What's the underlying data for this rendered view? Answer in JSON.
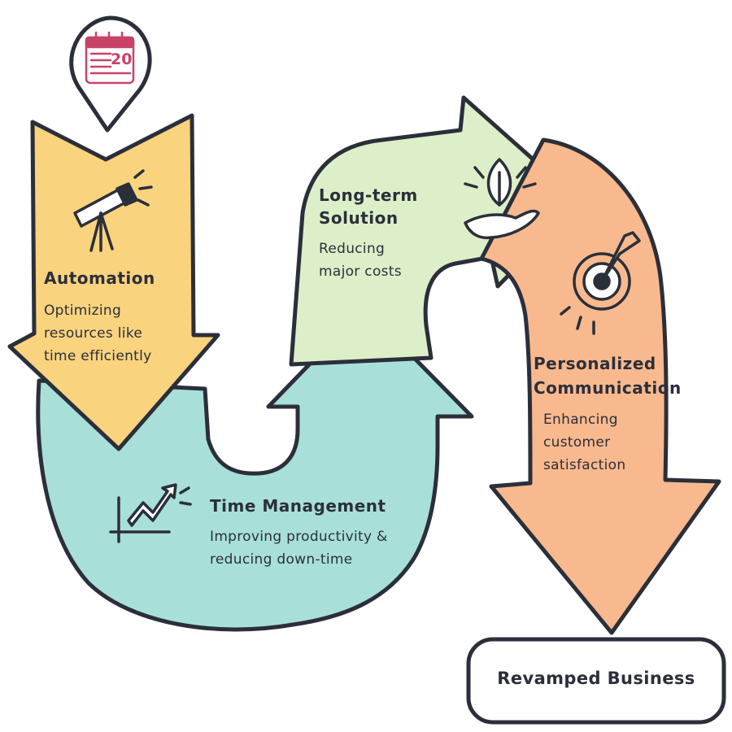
{
  "steps": [
    {
      "title": "Automation",
      "desc_lines": [
        "Optimizing",
        "resources like",
        "time efficiently"
      ]
    },
    {
      "title": "Time Management",
      "desc_lines": [
        "Improving productivity &",
        "reducing down-time"
      ]
    },
    {
      "title_lines": [
        "Long-term",
        "Solution"
      ],
      "desc_lines": [
        "Reducing",
        "major costs"
      ]
    },
    {
      "title_lines": [
        "Personalized",
        "Communication"
      ],
      "desc_lines": [
        "Enhancing",
        "customer",
        "satisfaction"
      ]
    }
  ],
  "end": {
    "label": "Revamped Business"
  },
  "marker": {
    "day": "20"
  },
  "colors": {
    "automation": "#f9d37e",
    "time_management": "#a8e0d9",
    "long_term": "#dcefc8",
    "personalized": "#f9b98e",
    "outline": "#2b2f3a",
    "calendar": "#c8436a"
  },
  "icons": [
    "calendar-icon",
    "telescope-icon",
    "growth-chart-icon",
    "leaf-hand-icon",
    "target-icon"
  ]
}
